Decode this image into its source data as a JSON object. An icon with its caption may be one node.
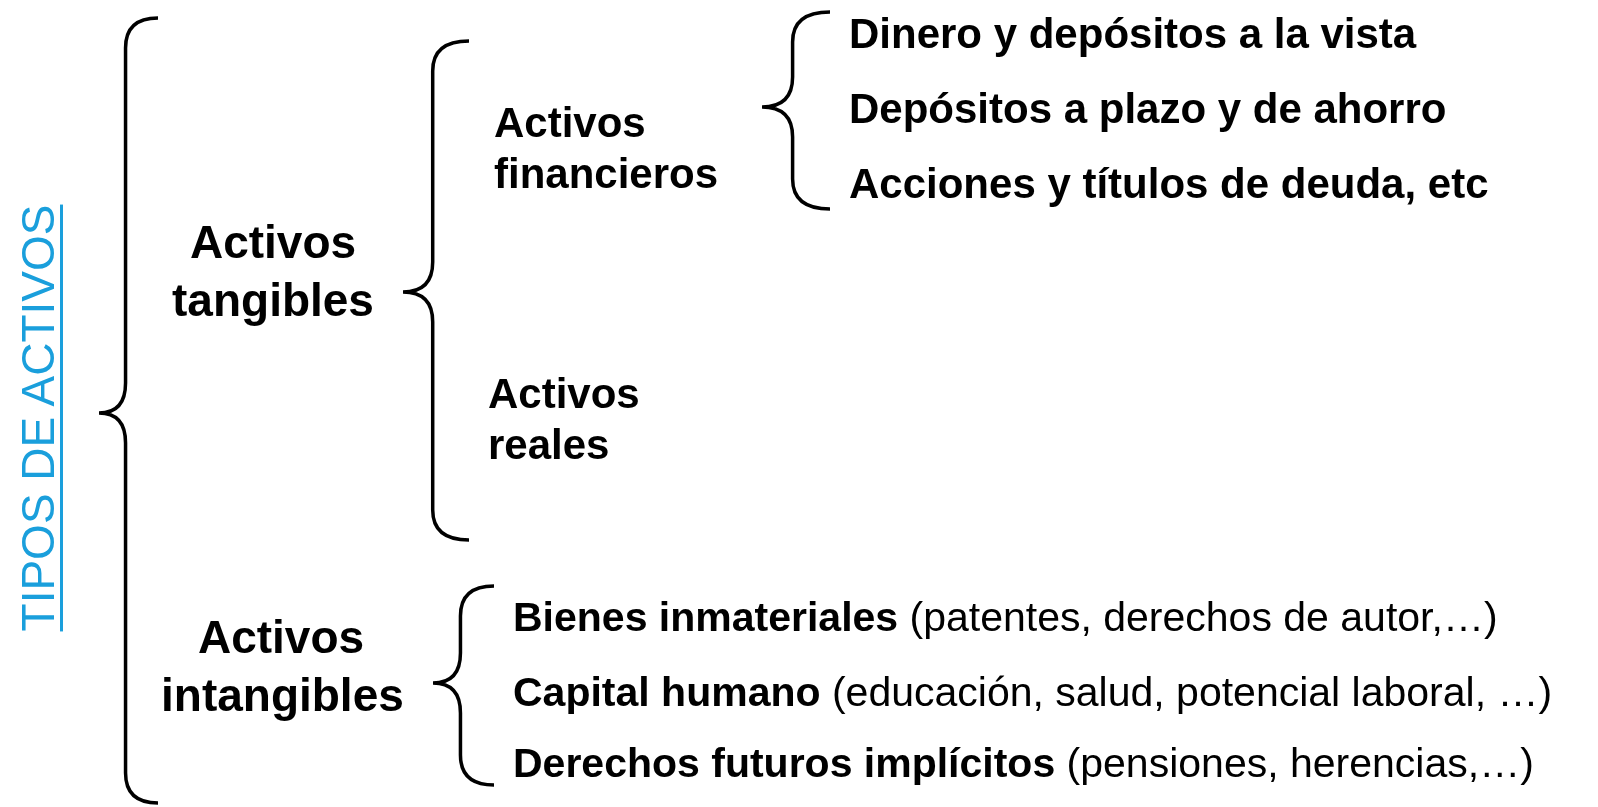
{
  "diagram": {
    "nodes": [
      {
        "text": [
          "TIPOS DE ACTIVOS"
        ]
      },
      {
        "text": [
          "Activos tangibles"
        ]
      },
      {
        "text": [
          "Activos financieros"
        ]
      },
      {
        "text": [
          "Dinero y depósitos a la vista"
        ]
      },
      {
        "text": [
          "Depósitos a plazo y de ahorro"
        ]
      },
      {
        "text": [
          "Acciones y títulos de deuda, etc"
        ]
      },
      {
        "text": [
          "Activos reales"
        ]
      },
      {
        "text": [
          "Activos intangibles"
        ]
      },
      {
        "text": [
          "**Bienes inmateriales** (patentes, derechos de autor,…)"
        ]
      },
      {
        "text": [
          "**Capital humano** (educación, salud, potencial laboral, …)"
        ]
      },
      {
        "text": [
          "**Derechos futuros implícitos** (pensiones, herencias,…)"
        ]
      }
    ]
  }
}
